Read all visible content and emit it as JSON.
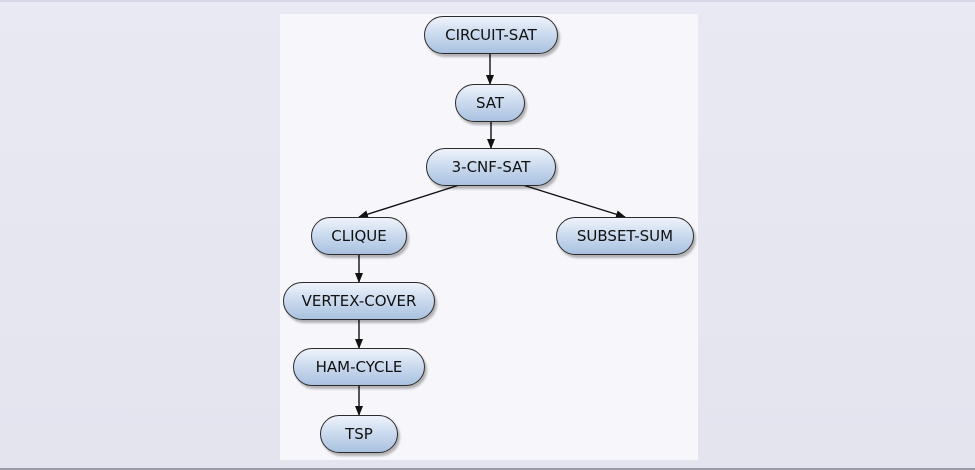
{
  "diagram": {
    "nodes": {
      "circuit_sat": "CIRCUIT-SAT",
      "sat": "SAT",
      "cnf_sat": "3-CNF-SAT",
      "clique": "CLIQUE",
      "subset_sum": "SUBSET-SUM",
      "vertex_cover": "VERTEX-COVER",
      "ham_cycle": "HAM-CYCLE",
      "tsp": "TSP"
    },
    "edges": [
      [
        "circuit_sat",
        "sat"
      ],
      [
        "sat",
        "cnf_sat"
      ],
      [
        "cnf_sat",
        "clique"
      ],
      [
        "cnf_sat",
        "subset_sum"
      ],
      [
        "clique",
        "vertex_cover"
      ],
      [
        "vertex_cover",
        "ham_cycle"
      ],
      [
        "ham_cycle",
        "tsp"
      ]
    ]
  }
}
